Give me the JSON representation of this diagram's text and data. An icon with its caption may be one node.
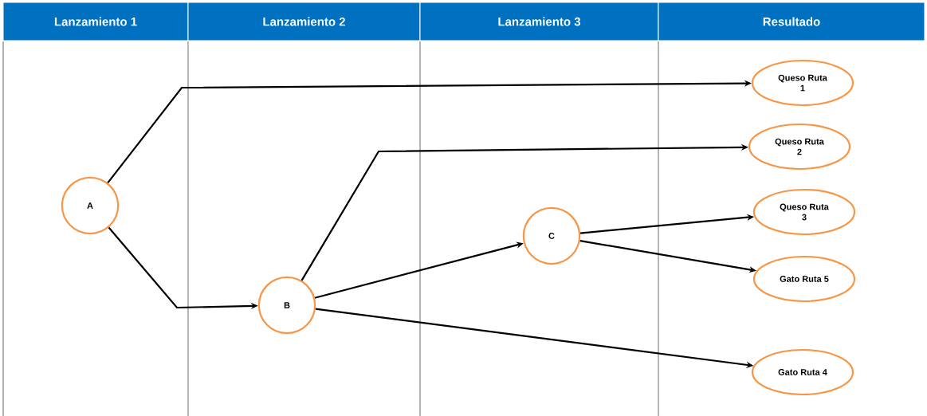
{
  "diagram": {
    "nodes": [
      {
        "text": [
          "A"
        ]
      },
      {
        "text": [
          "B"
        ]
      },
      {
        "text": [
          "C"
        ]
      },
      {
        "text": [
          "Queso Ruta 1"
        ]
      },
      {
        "text": [
          "Queso Ruta 2"
        ]
      },
      {
        "text": [
          "Queso Ruta 3"
        ]
      },
      {
        "text": [
          "Gato Ruta 5"
        ]
      },
      {
        "text": [
          "Gato Ruta 4"
        ]
      }
    ],
    "edges": [
      {
        "from": 0,
        "to": 3,
        "arrow": "to"
      },
      {
        "from": 0,
        "to": 1,
        "arrow": "to"
      },
      {
        "from": 1,
        "to": 4,
        "arrow": "to"
      },
      {
        "from": 1,
        "to": 2,
        "arrow": "to"
      },
      {
        "from": 2,
        "to": 5,
        "arrow": "to"
      },
      {
        "from": 2,
        "to": 6,
        "arrow": "to"
      },
      {
        "from": 1,
        "to": 7,
        "arrow": "to"
      }
    ],
    "labels": [
      "Lanzamiento 1",
      "Lanzamiento 2",
      "Lanzamiento 3",
      "Resultado"
    ]
  }
}
